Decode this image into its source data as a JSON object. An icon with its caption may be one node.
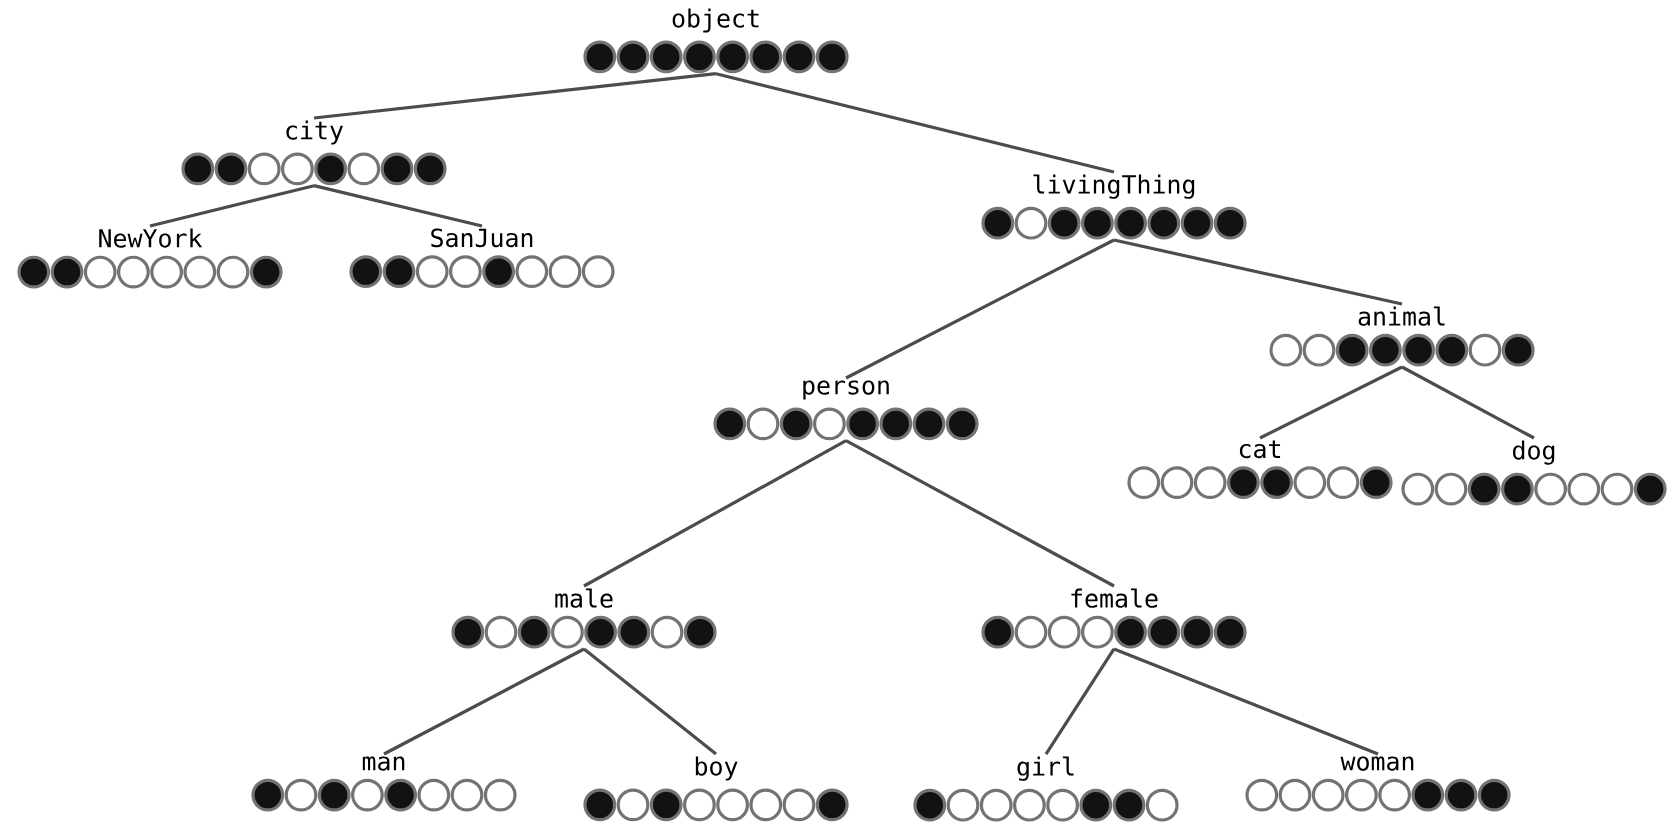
{
  "diagram": {
    "nodes": [
      {
        "text": [
          "object"
        ]
      },
      {
        "text": [
          "city"
        ]
      },
      {
        "text": [
          "NewYork"
        ]
      },
      {
        "text": [
          "SanJuan"
        ]
      },
      {
        "text": [
          "livingThing"
        ]
      },
      {
        "text": [
          "animal"
        ]
      },
      {
        "text": [
          "cat"
        ]
      },
      {
        "text": [
          "dog"
        ]
      },
      {
        "text": [
          "person"
        ]
      },
      {
        "text": [
          "male"
        ]
      },
      {
        "text": [
          "female"
        ]
      },
      {
        "text": [
          "man"
        ]
      },
      {
        "text": [
          "boy"
        ]
      },
      {
        "text": [
          "girl"
        ]
      },
      {
        "text": [
          "woman"
        ]
      }
    ],
    "edges": [
      {
        "from": 0,
        "to": 1,
        "arrow": "none"
      },
      {
        "from": 0,
        "to": 4,
        "arrow": "none"
      },
      {
        "from": 1,
        "to": 2,
        "arrow": "none"
      },
      {
        "from": 1,
        "to": 3,
        "arrow": "none"
      },
      {
        "from": 4,
        "to": 8,
        "arrow": "none"
      },
      {
        "from": 4,
        "to": 5,
        "arrow": "none"
      },
      {
        "from": 5,
        "to": 6,
        "arrow": "none"
      },
      {
        "from": 5,
        "to": 7,
        "arrow": "none"
      },
      {
        "from": 8,
        "to": 9,
        "arrow": "none"
      },
      {
        "from": 8,
        "to": 10,
        "arrow": "none"
      },
      {
        "from": 9,
        "to": 11,
        "arrow": "none"
      },
      {
        "from": 9,
        "to": 12,
        "arrow": "none"
      },
      {
        "from": 10,
        "to": 13,
        "arrow": "none"
      },
      {
        "from": 10,
        "to": 14,
        "arrow": "none"
      }
    ]
  }
}
